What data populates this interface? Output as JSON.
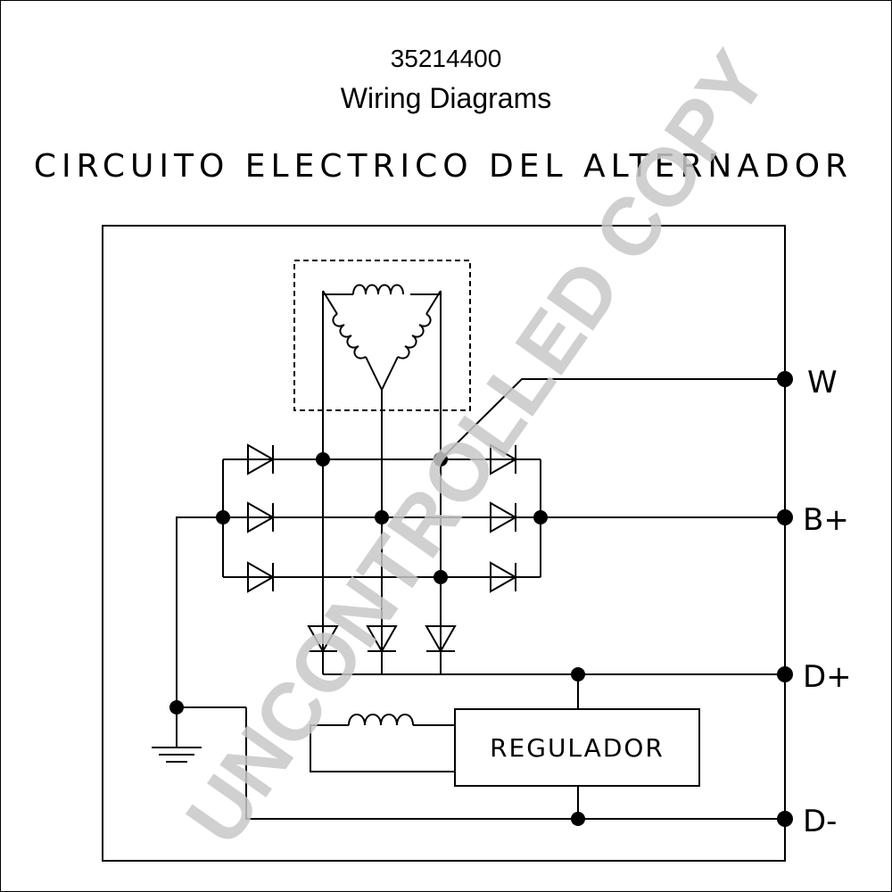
{
  "header": {
    "part_number": "35214400",
    "subtitle": "Wiring Diagrams"
  },
  "diagram": {
    "heading": "CIRCUITO ELECTRICO DEL ALTERNADOR",
    "regulator_label": "REGULADOR",
    "terminals": {
      "w": "W",
      "b_plus": "B+",
      "d_plus": "D+",
      "d_minus": "D-"
    }
  },
  "watermark": "UNCONTROLLED COPY"
}
